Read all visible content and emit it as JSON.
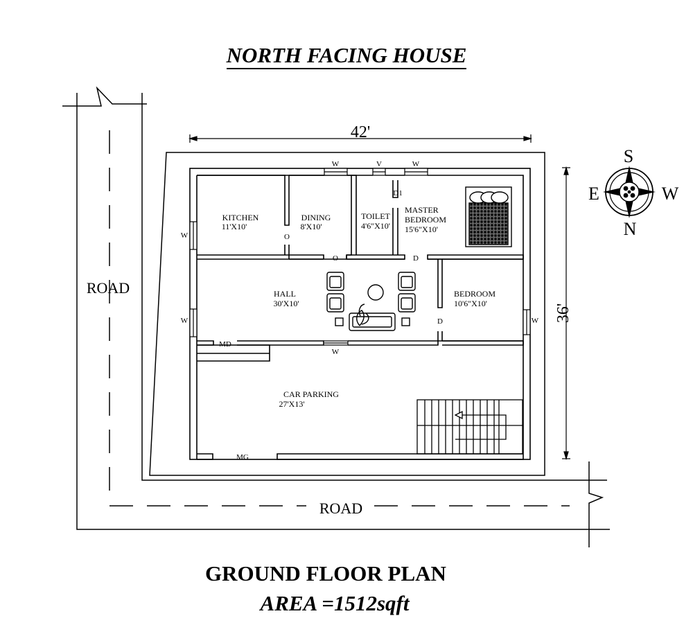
{
  "title": "NORTH FACING HOUSE",
  "plan_title": "GROUND FLOOR PLAN",
  "area_text": "AREA =1512sqft",
  "dimensions": {
    "width": "42'",
    "depth": "36'"
  },
  "roads": {
    "left": "ROAD",
    "bottom": "ROAD"
  },
  "compass": {
    "top": "S",
    "bottom": "N",
    "left": "E",
    "right": "W"
  },
  "rooms": {
    "kitchen": {
      "name": "KITCHEN",
      "size": "11'X10'"
    },
    "dining": {
      "name": "DINING",
      "size": "8'X10'"
    },
    "toilet": {
      "name": "TOILET",
      "size": "4'6\"X10'"
    },
    "master_bedroom": {
      "name_line1": "MASTER",
      "name_line2": "BEDROOM",
      "size": "15'6\"X10'"
    },
    "hall": {
      "name": "HALL",
      "size": "30'X10'"
    },
    "bedroom": {
      "name": "BEDROOM",
      "size": "10'6\"X10'"
    },
    "car_parking": {
      "name": "CAR PARKING",
      "size": "27'X13'"
    }
  },
  "openings": {
    "window": "W",
    "ventilator": "V",
    "door": "D",
    "door_d1": "D1",
    "opening": "O",
    "main_door": "MD",
    "main_gate": "MG"
  }
}
